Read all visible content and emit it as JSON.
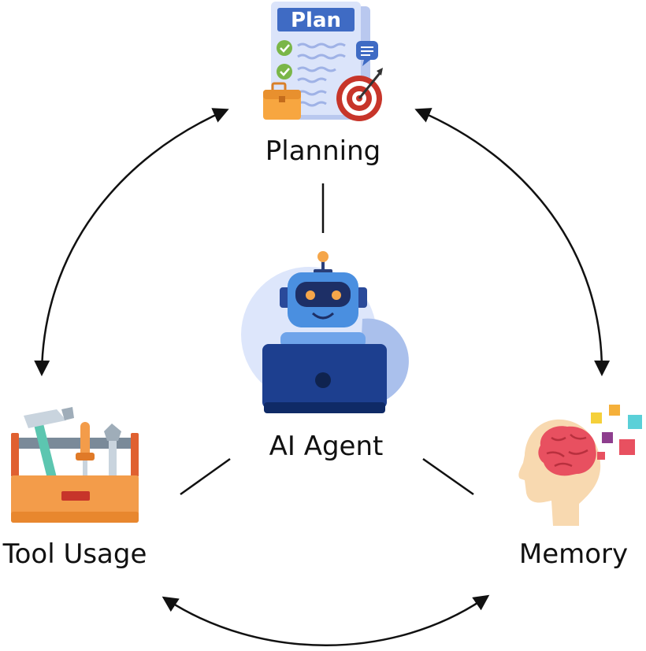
{
  "nodes": {
    "planning": {
      "label": "Planning",
      "icon": "plan-document-icon",
      "badge": "Plan"
    },
    "agent": {
      "label": "AI Agent",
      "icon": "robot-laptop-icon"
    },
    "tool_usage": {
      "label": "Tool Usage",
      "icon": "toolbox-icon"
    },
    "memory": {
      "label": "Memory",
      "icon": "brain-head-icon"
    }
  },
  "colors": {
    "arrow": "#111111",
    "plan_header": "#3f6bc4",
    "robot_blue": "#4a8fe0",
    "laptop_navy": "#1d3f8f",
    "toolbox_orange": "#f39c4a",
    "brain_red": "#e85060",
    "skin": "#f8d9b0"
  }
}
